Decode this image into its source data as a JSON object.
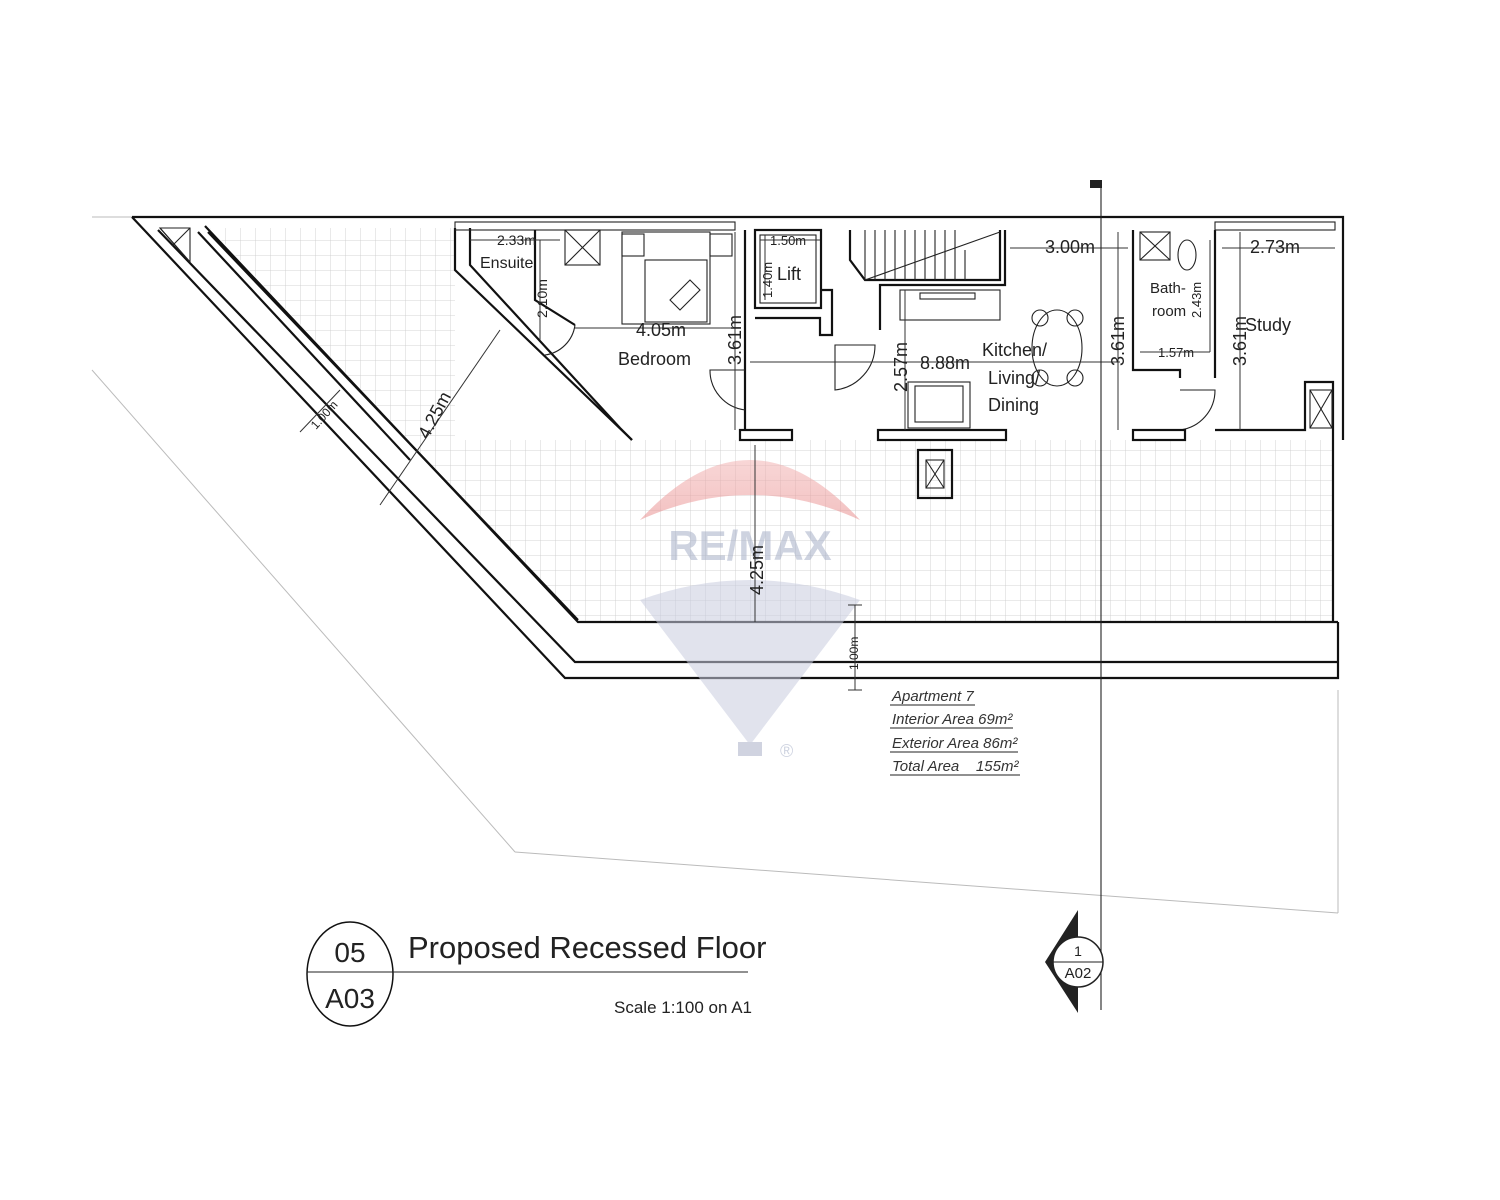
{
  "drawing": {
    "number": "05",
    "sheet": "A03",
    "title": "Proposed Recessed Floor",
    "scale": "Scale 1:100 on A1"
  },
  "section_marker": {
    "number": "1",
    "sheet": "A02"
  },
  "rooms": {
    "ensuite": "Ensuite",
    "bedroom": "Bedroom",
    "lift": "Lift",
    "kitchen_1": "Kitchen/",
    "kitchen_2": "Living/",
    "kitchen_3": "Dining",
    "bathroom_1": "Bath-",
    "bathroom_2": "room",
    "study": "Study"
  },
  "dimensions": {
    "ensuite_w": "2.33m",
    "ensuite_h": "2.10m",
    "bedroom_w": "4.05m",
    "bedroom_h": "3.61m",
    "lift_w": "1.50m",
    "lift_h": "1.40m",
    "living_w": "8.88m",
    "living_h": "2.57m",
    "kitchen_w": "3.00m",
    "kitchen_h": "3.61m",
    "bath_w": "1.57m",
    "bath_h": "2.43m",
    "study_w": "2.73m",
    "study_h": "3.61m",
    "terrace_diag": "4.25m",
    "terrace_depth": "4.25m",
    "wall_side": "1.00m",
    "wall_front": "1.00m"
  },
  "areas": {
    "apartment": "Apartment 7",
    "interior": "Interior Area 69m²",
    "exterior": "Exterior Area 86m²",
    "total": "Total Area    155m²"
  },
  "watermark": {
    "brand": "RE/MAX",
    "mark": "®"
  },
  "colors": {
    "ink": "#111111",
    "watermark_red": "#e8a0a0",
    "watermark_blue": "#a7b0c8"
  }
}
